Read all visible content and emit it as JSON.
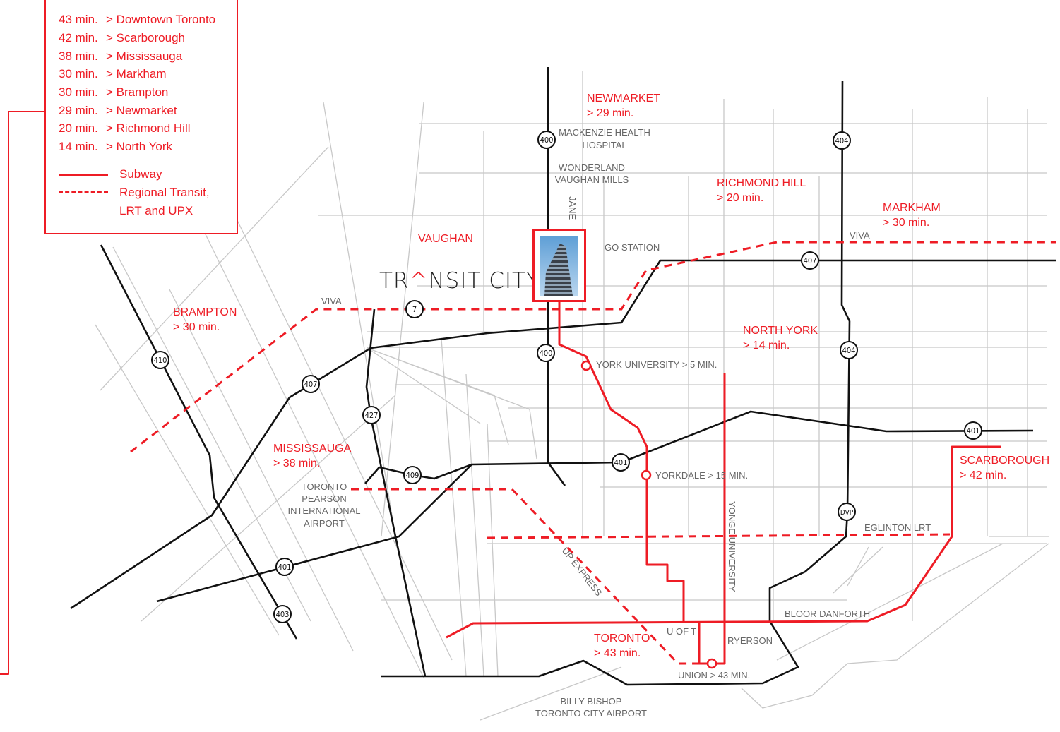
{
  "legend": {
    "times": [
      {
        "time": "43 min.",
        "dest": "> Downtown Toronto"
      },
      {
        "time": "42 min.",
        "dest": "> Scarborough"
      },
      {
        "time": "38 min.",
        "dest": "> Mississauga"
      },
      {
        "time": "30 min.",
        "dest": "> Markham"
      },
      {
        "time": "30 min.",
        "dest": "> Brampton"
      },
      {
        "time": "29 min.",
        "dest": "> Newmarket"
      },
      {
        "time": "20 min.",
        "dest": "> Richmond Hill"
      },
      {
        "time": "14 min.",
        "dest": "> North York"
      }
    ],
    "subway": "Subway",
    "regional_1": "Regional Transit,",
    "regional_2": "LRT and UPX"
  },
  "colors": {
    "accent": "#ee1c25",
    "highway": "#111111",
    "road": "#c8c8c8"
  },
  "logo": {
    "pre": "TR",
    "caret": "^",
    "post": "NSIT CITY"
  },
  "cities": {
    "newmarket": [
      "NEWMARKET",
      "> 29 min."
    ],
    "richmond_hill": [
      "RICHMOND HILL",
      "> 20 min."
    ],
    "markham": [
      "MARKHAM",
      "> 30 min."
    ],
    "vaughan": "VAUGHAN",
    "brampton": [
      "BRAMPTON",
      "> 30 min."
    ],
    "north_york": [
      "NORTH YORK",
      "> 14 min."
    ],
    "mississauga": [
      "MISSISSAUGA",
      "> 38 min."
    ],
    "scarborough": [
      "SCARBOROUGH",
      "> 42 min."
    ],
    "toronto": [
      "TORONTO",
      "> 43 min."
    ]
  },
  "labels": {
    "mackenzie": [
      "MACKENZIE HEALTH",
      "HOSPITAL"
    ],
    "wonderland": [
      "WONDERLAND",
      "VAUGHAN MILLS"
    ],
    "jane": "JANE",
    "go_station": "GO STATION",
    "viva_east": "VIVA",
    "viva_west": "VIVA",
    "york_u": "YORK UNIVERSITY > 5 MIN.",
    "yorkdale": "YORKDALE > 15 MIN.",
    "pearson": [
      "TORONTO",
      "PEARSON",
      "INTERNATIONAL",
      "AIRPORT"
    ],
    "up_express": "UP EXPRESS",
    "yonge_university": "YONGE UNIVERSITY",
    "eglinton": "EGLINTON LRT",
    "bloor": "BLOOR DANFORTH",
    "u_of_t": "U OF T",
    "ryerson": "RYERSON",
    "union": "UNION > 43 MIN.",
    "billy_bishop": [
      "BILLY BISHOP",
      "TORONTO CITY AIRPORT"
    ]
  },
  "shields": {
    "h400a": "400",
    "h400b": "400",
    "h404a": "404",
    "h404b": "404",
    "h407a": "407",
    "h407b": "407",
    "h7": "7",
    "h410": "410",
    "h427": "427",
    "h409": "409",
    "h401a": "401",
    "h401b": "401",
    "h401c": "401",
    "h403": "403",
    "dvp": "DVP"
  }
}
